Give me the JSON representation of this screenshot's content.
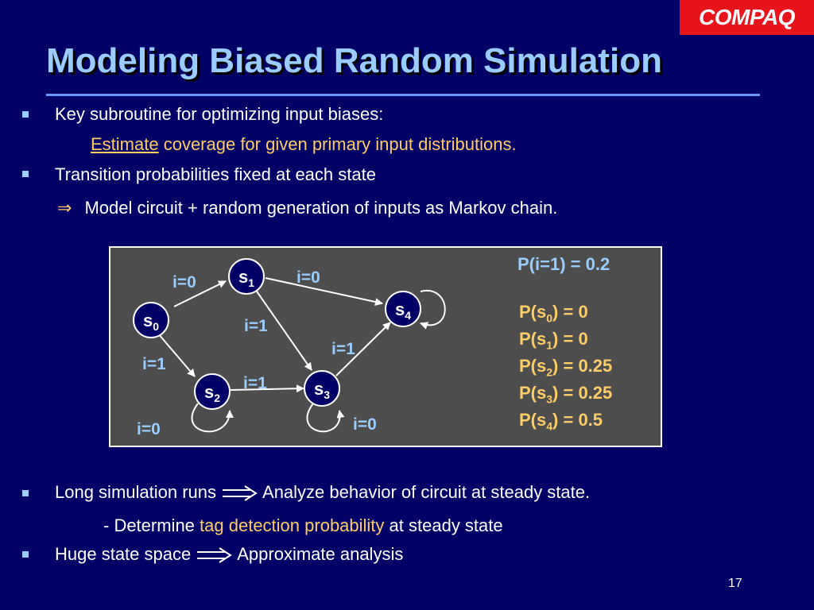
{
  "logo": "COMPAQ",
  "title": "Modeling Biased Random Simulation",
  "bullets": {
    "b1": "Key subroutine for optimizing input biases:",
    "b1_sub_link": "Estimate",
    "b1_sub_rest": " coverage for given primary input distributions.",
    "b2": "Transition probabilities fixed at each state",
    "b2_arrow": "⇒",
    "b2_sub": "Model circuit + random generation of inputs as Markov chain.",
    "b3_pre": "Long simulation runs",
    "b3_post": "Analyze behavior of circuit at steady state.",
    "b3_sub_pre": "- Determine ",
    "b3_sub_hl": "tag detection probability",
    "b3_sub_post": " at steady state",
    "b4_pre": "Huge state space",
    "b4_post": "Approximate analysis"
  },
  "diagram": {
    "states": [
      {
        "id": "s0",
        "label": "s",
        "sub": "0"
      },
      {
        "id": "s1",
        "label": "s",
        "sub": "1"
      },
      {
        "id": "s2",
        "label": "s",
        "sub": "2"
      },
      {
        "id": "s3",
        "label": "s",
        "sub": "3"
      },
      {
        "id": "s4",
        "label": "s",
        "sub": "4"
      }
    ],
    "edge_labels": {
      "s0_s1": "i=0",
      "s0_s2": "i=1",
      "s1_s4": "i=0",
      "s1_s3": "i=1",
      "s2_s3": "i=1",
      "s3_s4": "i=1",
      "s2_self": "i=0",
      "s3_self": "i=0"
    },
    "input_prob": "P(i=1) = 0.2",
    "probs": [
      {
        "pre": "P(s",
        "sub": "0",
        "post": ") = 0"
      },
      {
        "pre": "P(s",
        "sub": "1",
        "post": ") = 0"
      },
      {
        "pre": "P(s",
        "sub": "2",
        "post": ") = 0.25"
      },
      {
        "pre": "P(s",
        "sub": "3",
        "post": ") = 0.25"
      },
      {
        "pre": "P(s",
        "sub": "4",
        "post": ") = 0.5"
      }
    ]
  },
  "page_number": "17"
}
